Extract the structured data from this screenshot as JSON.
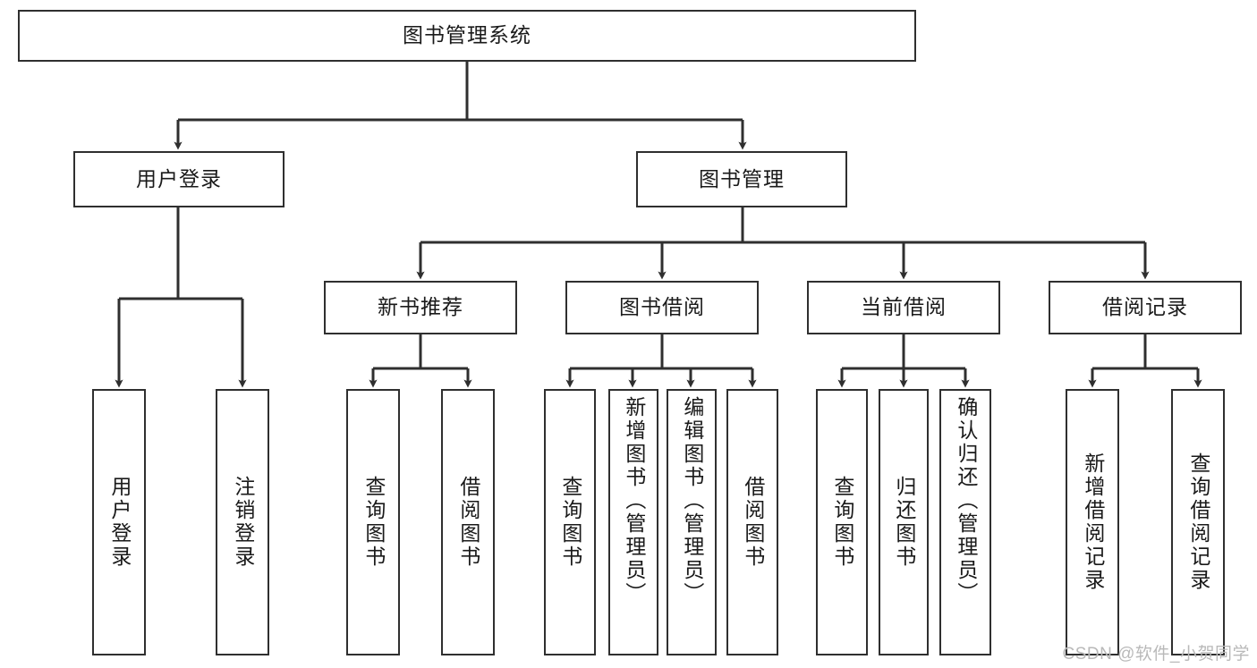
{
  "diagram": {
    "type": "tree",
    "title_node": {
      "label": "图书管理系统"
    },
    "level2": [
      {
        "id": "user-login",
        "label": "用户登录"
      },
      {
        "id": "book-manage",
        "label": "图书管理"
      }
    ],
    "level3": [
      {
        "id": "new-book-recommend",
        "label": "新书推荐"
      },
      {
        "id": "book-borrow",
        "label": "图书借阅"
      },
      {
        "id": "current-borrow",
        "label": "当前借阅"
      },
      {
        "id": "borrow-record",
        "label": "借阅记录"
      }
    ],
    "leaves": {
      "user_login": [
        {
          "id": "leaf-user-login",
          "label": "用户登录"
        },
        {
          "id": "leaf-logout-login",
          "label": "注销登录"
        }
      ],
      "new_book_recommend": [
        {
          "id": "leaf-query-book-1",
          "label": "查询图书"
        },
        {
          "id": "leaf-borrow-book-1",
          "label": "借阅图书"
        }
      ],
      "book_borrow": [
        {
          "id": "leaf-query-book-2",
          "label": "查询图书"
        },
        {
          "id": "leaf-add-book",
          "label": "新增图书（管理员）"
        },
        {
          "id": "leaf-edit-book",
          "label": "编辑图书（管理员）"
        },
        {
          "id": "leaf-borrow-book-2",
          "label": "借阅图书"
        }
      ],
      "current_borrow": [
        {
          "id": "leaf-query-book-3",
          "label": "查询图书"
        },
        {
          "id": "leaf-return-book",
          "label": "归还图书"
        },
        {
          "id": "leaf-confirm-return",
          "label": "确认归还（管理员）"
        }
      ],
      "borrow_record": [
        {
          "id": "leaf-add-record",
          "label": "新增借阅记录"
        },
        {
          "id": "leaf-query-record",
          "label": "查询借阅记录"
        }
      ]
    },
    "colors": {
      "stroke": "#2f2f2f",
      "fill": "#ffffff",
      "text": "#1a1a1a",
      "watermark": "#b9b9b9"
    }
  },
  "watermark": {
    "text": "CSDN @软件_小贺同学"
  }
}
